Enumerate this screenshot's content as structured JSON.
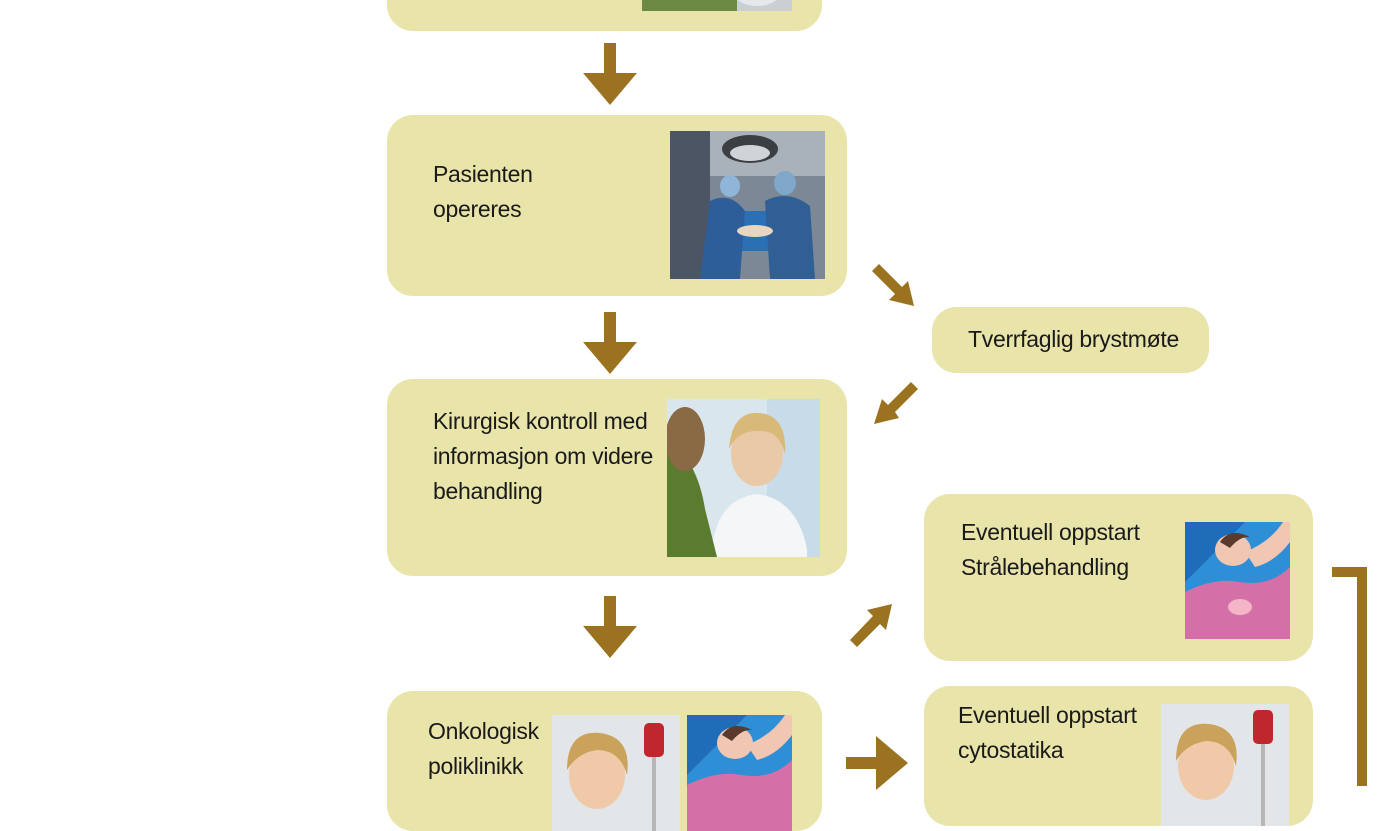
{
  "colors": {
    "box": "#e8e4aa",
    "arrow": "#9a7220"
  },
  "nodes": {
    "surgery": {
      "label_lines": [
        "Pasienten",
        "opereres"
      ]
    },
    "meeting": {
      "label": "Tverrfaglig brystmøte"
    },
    "control": {
      "label_lines": [
        "Kirurgisk kontroll med",
        "informasjon om videre",
        "behandling"
      ]
    },
    "radiation": {
      "label_lines": [
        "Eventuell oppstart",
        "Strålebehandling"
      ]
    },
    "oncology": {
      "label_lines": [
        "Onkologisk",
        "poliklinikk"
      ]
    },
    "chemo": {
      "label_lines": [
        "Eventuell oppstart",
        "cytostatika"
      ]
    }
  },
  "icons": {
    "top": "patient-photo",
    "surgery": "surgery-photo",
    "control": "doctor-consultation-photo",
    "radiation": "radiation-therapy-illustration",
    "oncology_1": "iv-drip-patient-photo",
    "oncology_2": "radiation-therapy-illustration",
    "chemo": "iv-drip-patient-photo"
  }
}
